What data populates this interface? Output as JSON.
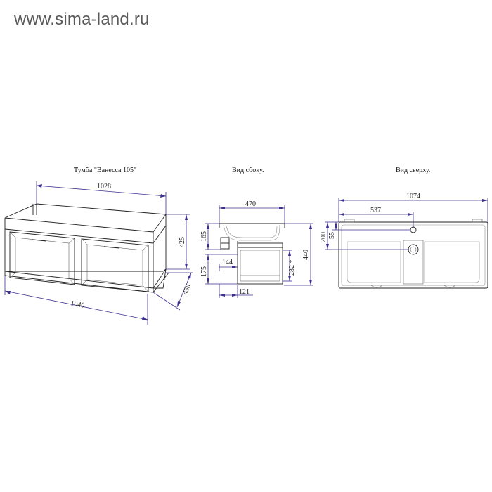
{
  "watermark": "www.sima-land.ru",
  "views": {
    "front": {
      "title": "Тумба \"Ванесса 105\"",
      "dims": {
        "top_width": "1028",
        "bottom_width": "1040",
        "height": "425",
        "depth": "456"
      }
    },
    "side": {
      "title": "Вид сбоку.",
      "dims": {
        "depth": "470",
        "upper": "165",
        "lower": "175",
        "shelf": "144",
        "inner": "282 *",
        "total": "440",
        "base": "121"
      }
    },
    "top": {
      "title": "Вид сверху.",
      "dims": {
        "width": "1074",
        "hole_offset": "537",
        "depth": "200",
        "hole_depth": "55"
      }
    }
  }
}
